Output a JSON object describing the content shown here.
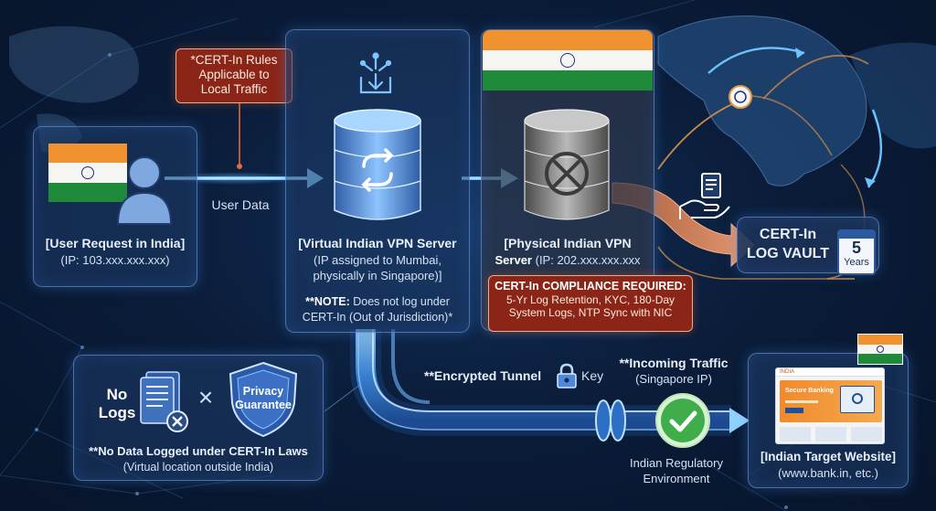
{
  "callouts": {
    "cert_rules": [
      "*CERT-In Rules",
      "Applicable to",
      "Local Traffic"
    ],
    "compliance": {
      "title": "CERT-In COMPLIANCE REQUIRED:",
      "lines": [
        "5-Yr Log Retention, KYC, 180-Day",
        "System Logs, NTP Sync with NIC"
      ]
    }
  },
  "user_panel": {
    "title": "[User Request in India]",
    "ip": "(IP: 103.xxx.xxx.xxx)"
  },
  "flow_label": "User Data",
  "virtual_server": {
    "title": "[Virtual Indian VPN Server",
    "lines": [
      "(IP assigned to Mumbai,",
      "physically in Singapore)]"
    ],
    "note_bold": "**NOTE:",
    "note_rest": " Does not log under",
    "note_line2": "CERT-In (Out of Jurisdiction)*"
  },
  "physical_server": {
    "title": "[Physical Indian VPN",
    "line2_bold": "Server",
    "line2_rest": " (IP: 202.xxx.xxx.xxx"
  },
  "log_vault": {
    "line1": "CERT-In",
    "line2": "LOG VAULT",
    "years_num": "5",
    "years_label": "Years"
  },
  "privacy_panel": {
    "no_logs_1": "No",
    "no_logs_2": "Logs",
    "badge_1": "Privacy",
    "badge_2": "Guarantee",
    "caption_1": "**No Data Logged under CERT-In Laws",
    "caption_2": "(Virtual location outside India)"
  },
  "tunnel": {
    "label": "**Encrypted Tunnel",
    "key_label": "Key"
  },
  "incoming": {
    "line1": "**Incoming Traffic",
    "line2": "(Singapore IP)"
  },
  "regulatory": {
    "line1": "Indian Regulatory",
    "line2": "Environment"
  },
  "target": {
    "title": "[Indian Target Website]",
    "sub": "(www.bank.in, etc.)",
    "site_brand": "INDIA",
    "site_banner": "Secure Banking"
  },
  "colors": {
    "flow_blue": "#5fb4ff",
    "compliance_red": "#8a2517",
    "check_green": "#3fae4a",
    "india_saffron": "#f0922f",
    "india_green": "#1f8a3a"
  }
}
